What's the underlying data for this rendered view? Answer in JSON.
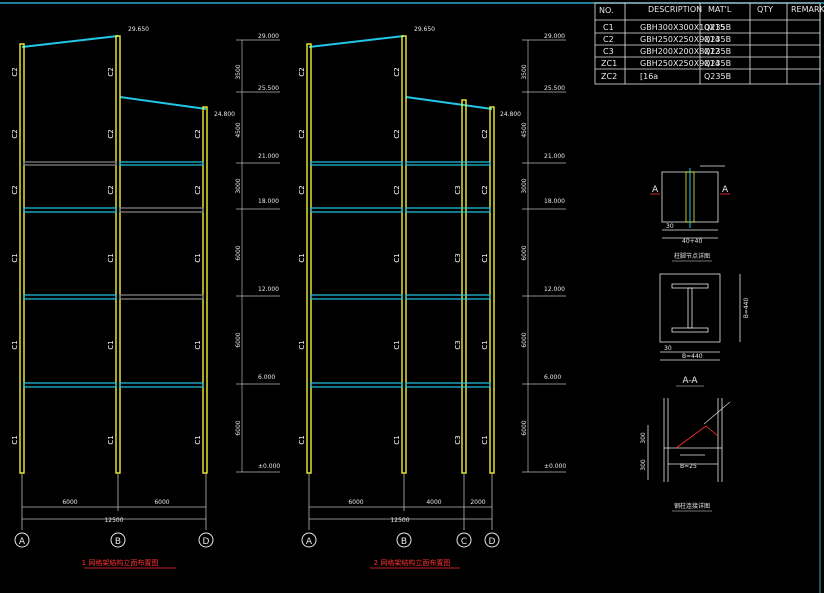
{
  "material_table": {
    "headers": [
      "NO.",
      "DESCRIPTION",
      "MAT'L",
      "QTY",
      "REMARK"
    ],
    "rows": [
      [
        "C1",
        "GBH300X300X10X15",
        "Q235B"
      ],
      [
        "C2",
        "GBH250X250X9X14",
        "Q235B"
      ],
      [
        "C3",
        "GBH200X200X8X12",
        "Q235B"
      ],
      [
        "ZC1",
        "GBH250X250X9X14",
        "Q235B"
      ],
      [
        "ZC2",
        "[16a",
        "Q235B"
      ]
    ]
  },
  "elevations": {
    "levels": [
      "29.650",
      "29.000",
      "25.500",
      "24.800",
      "21.000",
      "18.000",
      "12.000",
      "6.000",
      "±0.000"
    ],
    "story_dims": [
      "3500",
      "4500",
      "3000",
      "6000",
      "6000",
      "6000"
    ]
  },
  "frame1": {
    "axes": [
      "A",
      "B",
      "D"
    ],
    "spans": [
      "6000",
      "6000"
    ],
    "total": "12500",
    "title": "1 网格架结构立面布置图",
    "column_labels": [
      "C1",
      "C1",
      "C1",
      "C2",
      "C2",
      "C2"
    ]
  },
  "frame2": {
    "axes": [
      "A",
      "B",
      "C",
      "D"
    ],
    "spans": [
      "6000",
      "4000",
      "2000"
    ],
    "total": "12500",
    "title": "2 网格架结构立面布置图",
    "column_labels": [
      "C1",
      "C1",
      "C1",
      "C2",
      "C2",
      "C2",
      "C3",
      "C3",
      "C3",
      "C3"
    ]
  },
  "details": {
    "section_marker": "A",
    "section_title": "A-A",
    "detail1_title": "柱脚节点详图",
    "detail2_title": "柱脚截面详图",
    "detail3_title": "钢柱连接详图",
    "dims": [
      "40+40",
      "B=440",
      "30",
      "30",
      "300",
      "300",
      "B=440",
      "B=25"
    ]
  }
}
